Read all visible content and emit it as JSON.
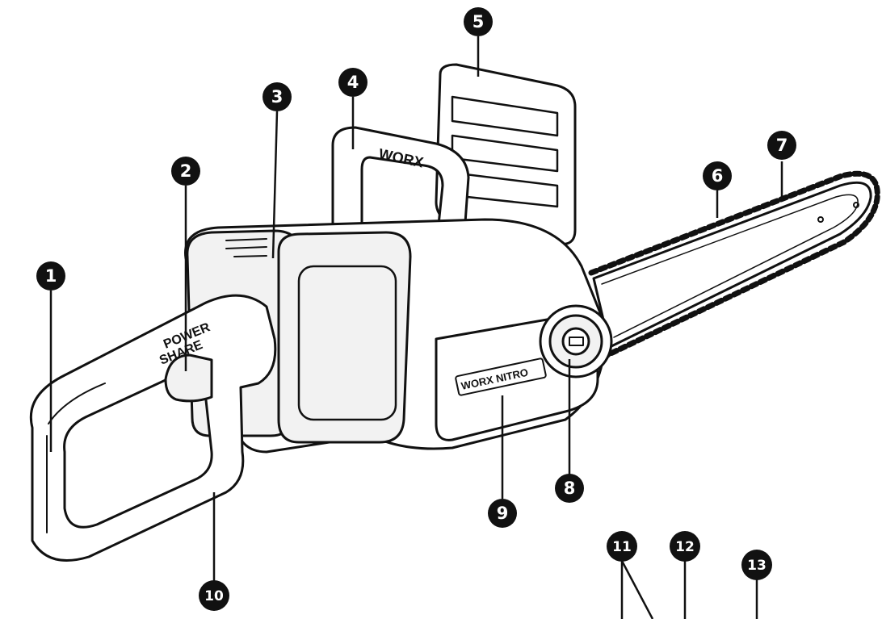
{
  "diagram": {
    "callouts": [
      {
        "label": "1"
      },
      {
        "label": "2"
      },
      {
        "label": "3"
      },
      {
        "label": "4"
      },
      {
        "label": "5"
      },
      {
        "label": "6"
      },
      {
        "label": "7"
      },
      {
        "label": "8"
      },
      {
        "label": "9"
      },
      {
        "label": "10"
      },
      {
        "label": "11"
      },
      {
        "label": "12"
      },
      {
        "label": "13"
      }
    ],
    "brand_handle": "WORX",
    "brand_side": "WORX NITRO",
    "powershare_line1": "POWER",
    "powershare_line2": "SHARE"
  },
  "colors": {
    "ink": "#111111",
    "paper": "#ffffff",
    "shade": "#f2f2f2"
  }
}
